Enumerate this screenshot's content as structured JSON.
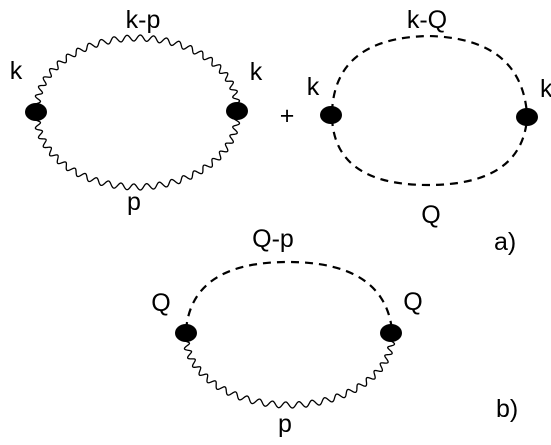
{
  "diagram": {
    "line_color": "#000000",
    "vertex_color": "#000000",
    "background": "#ffffff",
    "loop1": {
      "top_label": "k-p",
      "bottom_label": "p",
      "left_label": "k",
      "right_label": "k",
      "top_line": "wavy",
      "bottom_line": "wavy"
    },
    "plus_sign": "+",
    "loop2": {
      "top_label": "k-Q",
      "bottom_label": "Q",
      "left_label": "k",
      "right_label": "k",
      "top_line": "dashed",
      "bottom_line": "dashed"
    },
    "label_a": "a)",
    "loop3": {
      "top_label": "Q-p",
      "bottom_label": "p",
      "left_label": "Q",
      "right_label": "Q",
      "top_line": "dashed",
      "bottom_line": "wavy"
    },
    "label_b": "b)"
  }
}
